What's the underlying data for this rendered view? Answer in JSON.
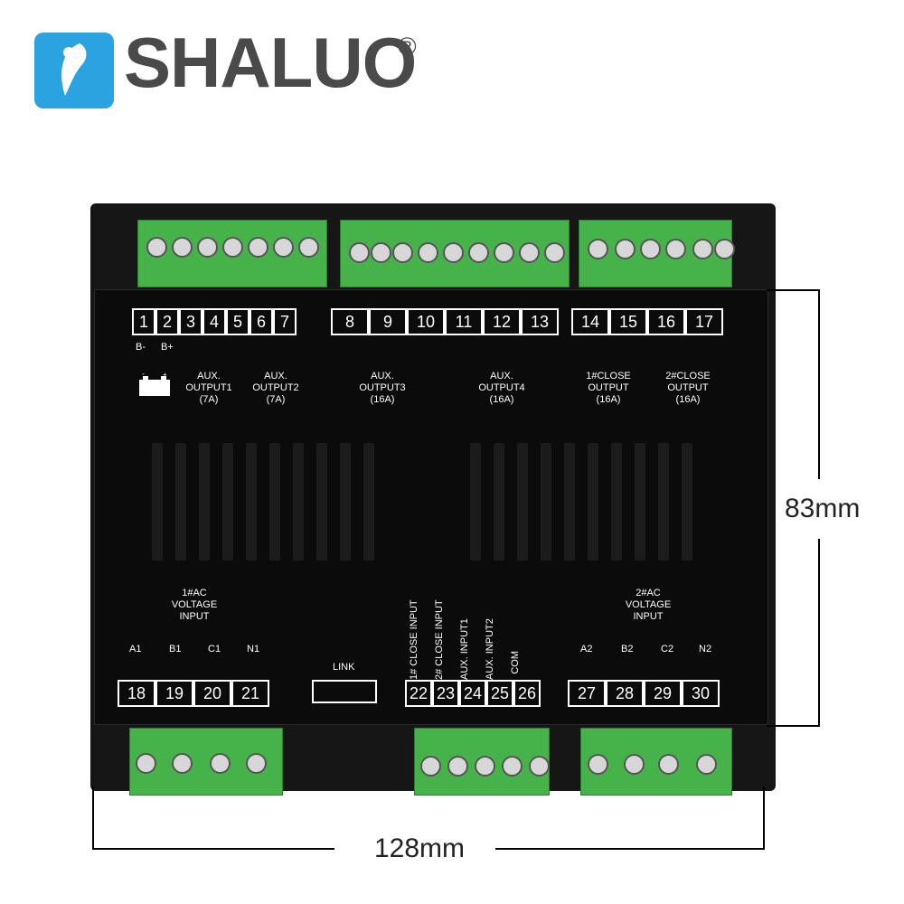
{
  "brand": {
    "name": "SHALUO",
    "registered": "®"
  },
  "terminals_top": [
    {
      "n": "1"
    },
    {
      "n": "2"
    },
    {
      "n": "3"
    },
    {
      "n": "4"
    },
    {
      "n": "5"
    },
    {
      "n": "6"
    },
    {
      "n": "7"
    },
    {
      "n": "8"
    },
    {
      "n": "9"
    },
    {
      "n": "10"
    },
    {
      "n": "11"
    },
    {
      "n": "12"
    },
    {
      "n": "13"
    },
    {
      "n": "14"
    },
    {
      "n": "15"
    },
    {
      "n": "16"
    },
    {
      "n": "17"
    }
  ],
  "terminals_bottom": [
    {
      "n": "18"
    },
    {
      "n": "19"
    },
    {
      "n": "20"
    },
    {
      "n": "21"
    },
    {
      "n": "22"
    },
    {
      "n": "23"
    },
    {
      "n": "24"
    },
    {
      "n": "25"
    },
    {
      "n": "26"
    },
    {
      "n": "27"
    },
    {
      "n": "28"
    },
    {
      "n": "29"
    },
    {
      "n": "30"
    }
  ],
  "labels": {
    "b_minus": "B-",
    "b_plus": "B+",
    "aux1": "AUX.\nOUTPUT1\n(7A)",
    "aux2": "AUX.\nOUTPUT2\n(7A)",
    "aux3": "AUX.\nOUTPUT3\n(16A)",
    "aux4": "AUX.\nOUTPUT4\n(16A)",
    "close1": "1#CLOSE\nOUTPUT\n(16A)",
    "close2": "2#CLOSE\nOUTPUT\n(16A)",
    "ac1": "1#AC\nVOLTAGE\nINPUT",
    "ac2": "2#AC\nVOLTAGE\nINPUT",
    "a1": "A1",
    "b1": "B1",
    "c1": "C1",
    "n1": "N1",
    "a2": "A2",
    "b2": "B2",
    "c2": "C2",
    "n2": "N2",
    "link": "LINK",
    "in1": "1# CLOSE INPUT",
    "in2": "2# CLOSE INPUT",
    "in3": "AUX. INPUT1",
    "in4": "AUX. INPUT2",
    "com": "COM"
  },
  "dimensions": {
    "height": "83mm",
    "width": "128mm"
  },
  "colors": {
    "logo_blue": "#2aa3e0",
    "terminal_green": "#45b34a",
    "body": "#161616"
  }
}
